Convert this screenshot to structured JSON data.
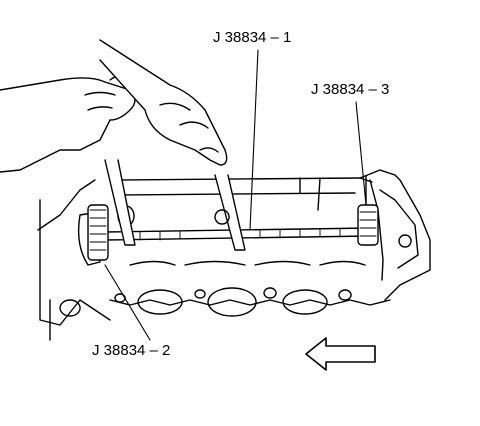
{
  "labels": {
    "tool_1": "J 38834 – 1",
    "tool_2": "J 38834 – 2",
    "tool_3": "J 38834 – 3"
  },
  "colors": {
    "ink": "#000000",
    "paper": "#ffffff"
  },
  "icons": {
    "direction_arrow": "left-arrow-icon"
  }
}
